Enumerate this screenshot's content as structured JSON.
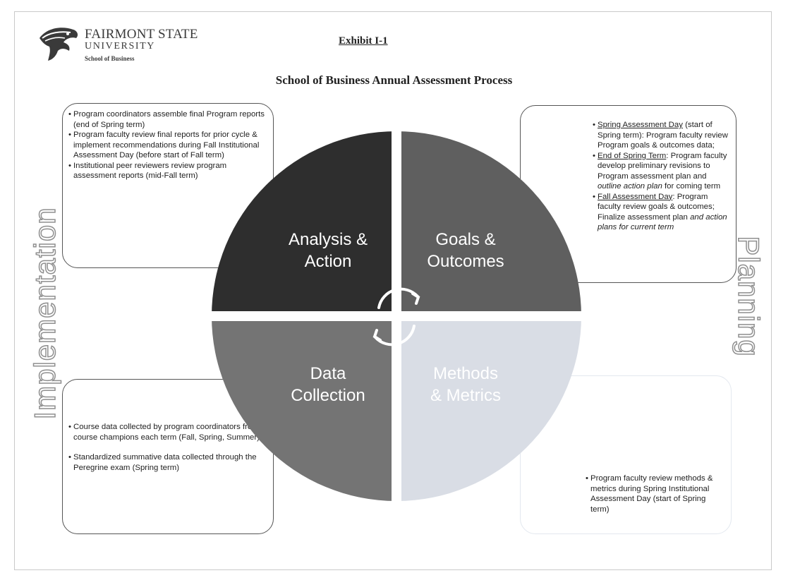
{
  "logo": {
    "line1": "FAIRMONT STATE",
    "line2": "UNIVERSITY",
    "line3": "School of Business"
  },
  "exhibit": "Exhibit I-1",
  "title": "School of Business Annual Assessment Process",
  "side_labels": {
    "left": "Implementation",
    "right": "Planning"
  },
  "quadrants": {
    "analysis": {
      "line1": "Analysis &",
      "line2": "Action",
      "color": "#2e2e2e"
    },
    "goals": {
      "line1": "Goals &",
      "line2": "Outcomes",
      "color": "#5f5f5f"
    },
    "data": {
      "line1": "Data",
      "line2": "Collection",
      "color": "#747474"
    },
    "methods": {
      "line1": "Methods",
      "line2": "& Metrics",
      "color": "#d9dde5"
    }
  },
  "boxes": {
    "top_left": [
      "Program coordinators assemble final  Program reports  (end of Spring term)",
      "Program faculty review final reports for prior cycle & implement recommendations during Fall Institutional Assessment Day (before start of Fall term)",
      "Institutional peer reviewers review program assessment reports (mid-Fall term)"
    ],
    "top_right": {
      "item1_head": "Spring Assessment Day",
      "item1_text": " (start of Spring term): Program faculty review Program goals & outcomes data;",
      "item2_head": "End of Spring Term",
      "item2_text1": ": Program faculty develop preliminary revisions to Program assessment plan and ",
      "item2_italic1": "outline action plan",
      "item2_text2": " for coming term",
      "item3_head": "Fall Assessment Day",
      "item3_text": ": Program faculty review goals & outcomes; Finalize assessment plan ",
      "item3_italic": "and action plans for current term"
    },
    "bottom_left": [
      "Course data collected by program coordinators from course champions each term (Fall, Spring, Summer)",
      "Standardized summative data collected through the Peregrine exam (Spring term)"
    ],
    "bottom_right": [
      "Program faculty review methods & metrics  during Spring Institutional Assessment Day  (start of Spring term)"
    ]
  }
}
